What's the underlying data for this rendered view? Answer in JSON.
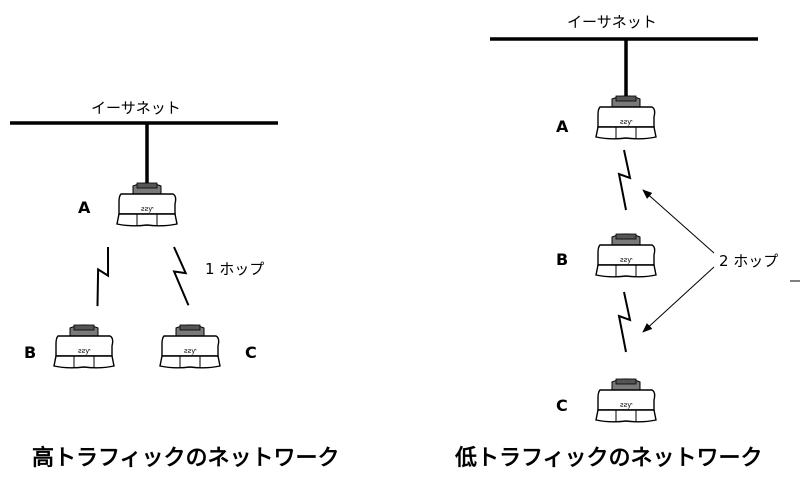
{
  "left_diagram": {
    "network_label": "イーサネット",
    "hop_label": "1 ホップ",
    "nodes": [
      "A",
      "B",
      "C"
    ],
    "caption": "高トラフィックのネットワーク"
  },
  "right_diagram": {
    "network_label": "イーサネット",
    "hop_label": "2 ホップ",
    "nodes": [
      "A",
      "B",
      "C"
    ],
    "caption": "低トラフィックのネットワーク"
  },
  "device_badge_text": "ƨƨƴ",
  "icons": [
    "access-point-icon",
    "wireless-link-icon",
    "pointer-arrow-icon"
  ],
  "colors": {
    "line": "#000000",
    "device_fill": "#ffffff",
    "device_top": "#888888",
    "background": "#ffffff"
  }
}
